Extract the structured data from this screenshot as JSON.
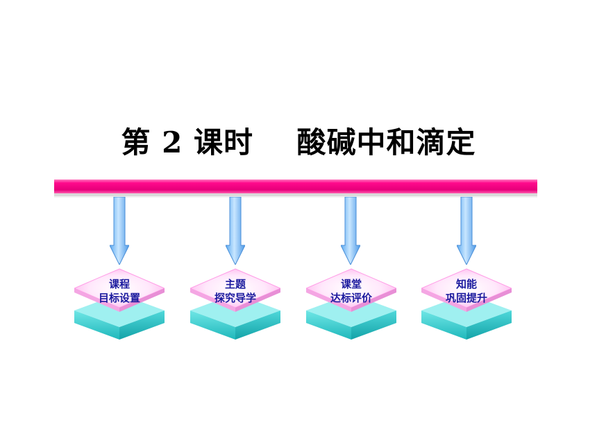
{
  "title": "第 2 课时    酸碱中和滴定",
  "colors": {
    "bar_magenta": "#ff0a8c",
    "arrow_blue": "#8cc7ff",
    "tile_pink": "#ffd0f5",
    "tile_cyan": "#3cd6d8",
    "label_blue": "#1a1a9e"
  },
  "nav": {
    "items": [
      {
        "line1": "课程",
        "line2": "目标设置"
      },
      {
        "line1": "主题",
        "line2": "探究导学"
      },
      {
        "line1": "课堂",
        "line2": "达标评价"
      },
      {
        "line1": "知能",
        "line2": "巩固提升"
      }
    ]
  }
}
